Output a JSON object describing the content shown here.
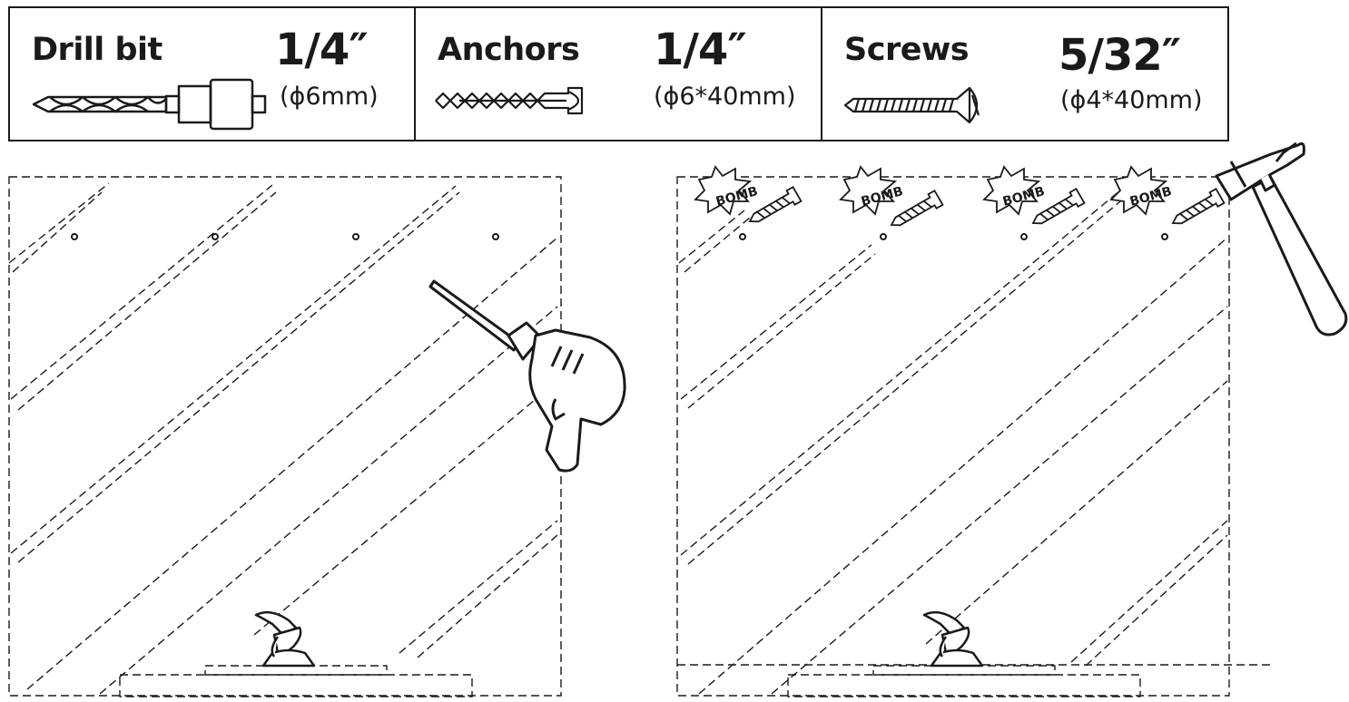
{
  "hardware": [
    {
      "name": "Drill bit",
      "size": "1/4″",
      "metric": "(ϕ6mm)",
      "icon": "drill-bit-icon"
    },
    {
      "name": "Anchors",
      "size": "1/4″",
      "metric": "(ϕ6*40mm)",
      "icon": "wall-anchor-icon"
    },
    {
      "name": "Screws",
      "size": "5/32″",
      "metric": "(ϕ4*40mm)",
      "icon": "screw-icon"
    }
  ],
  "steps": {
    "drill": {
      "tool_icon": "power-drill-icon",
      "holes": 4
    },
    "hammer": {
      "tool_icon": "hammer-icon",
      "impact_text": "BOMB",
      "impacts": 4
    }
  },
  "colors": {
    "ink": "#1a1a1a",
    "background": "#ffffff"
  }
}
